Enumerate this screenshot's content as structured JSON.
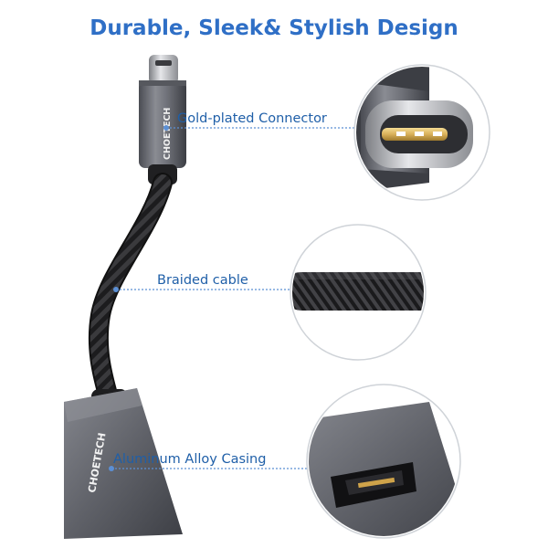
{
  "headline": "Durable, Sleek& Stylish Design",
  "callouts": {
    "connector": "Gold-plated Connector",
    "cable": "Braided cable",
    "casing": "Aluminum Alloy Casing"
  },
  "brand": "CHOETECH",
  "colors": {
    "headline": "#2f6fc6",
    "callout_text": "#1f5fa8",
    "callout_line": "#5b8fd4",
    "casing": "#6e7077",
    "gold": "#d9b15a"
  }
}
